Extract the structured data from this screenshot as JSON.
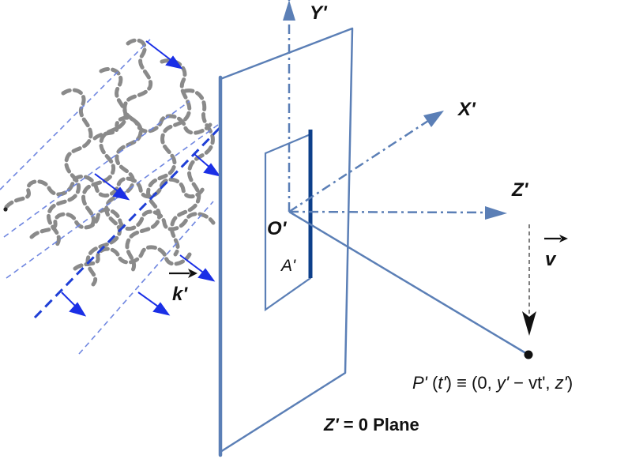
{
  "labels": {
    "y_axis": "Y'",
    "x_axis": "X'",
    "z_axis": "Z'",
    "origin": "O'",
    "aperture": "A'",
    "wave_vector": "k'",
    "velocity": "v",
    "point": {
      "p": "P'",
      "t_open": " (",
      "t": "t'",
      "t_close": ") ≡ (0, ",
      "y": "y'",
      "minus_vt": " − vt', ",
      "z": "z'",
      "close": ")"
    },
    "plane": {
      "z": "Z'",
      "eq": " = 0 Plane"
    }
  },
  "colors": {
    "frame": "#5b7fb6",
    "aperture_edge": "#0d3f8a",
    "wave_ray": "#3355dd",
    "wave_arrow": "#1a2fe6",
    "wavefront": "#8a8a8a",
    "text": "#111111"
  }
}
